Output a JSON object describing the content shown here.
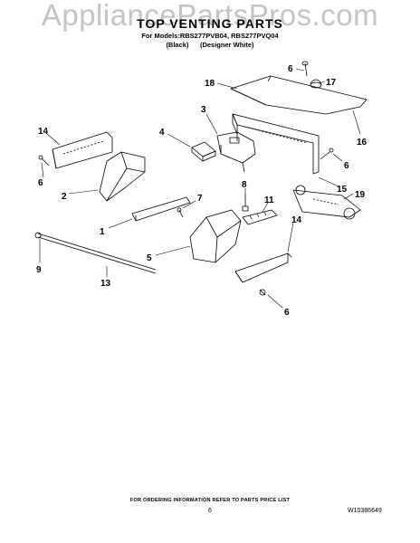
{
  "watermark": "AppliancePartsPros.com",
  "title": "TOP VENTING PARTS",
  "models_line": "For Models:RBS277PVB04, RBS277PVQ04",
  "colors_line": "(Black)      (Designer White)",
  "callouts": [
    "18",
    "6",
    "17",
    "3",
    "16",
    "14",
    "4",
    "6",
    "6",
    "15",
    "2",
    "8",
    "7",
    "11",
    "19",
    "1",
    "14",
    "5",
    "9",
    "13",
    "6"
  ],
  "footer_note": "FOR ORDERING INFORMATION REFER TO PARTS PRICE LIST",
  "page_number": "6",
  "document_number": "W10386649"
}
